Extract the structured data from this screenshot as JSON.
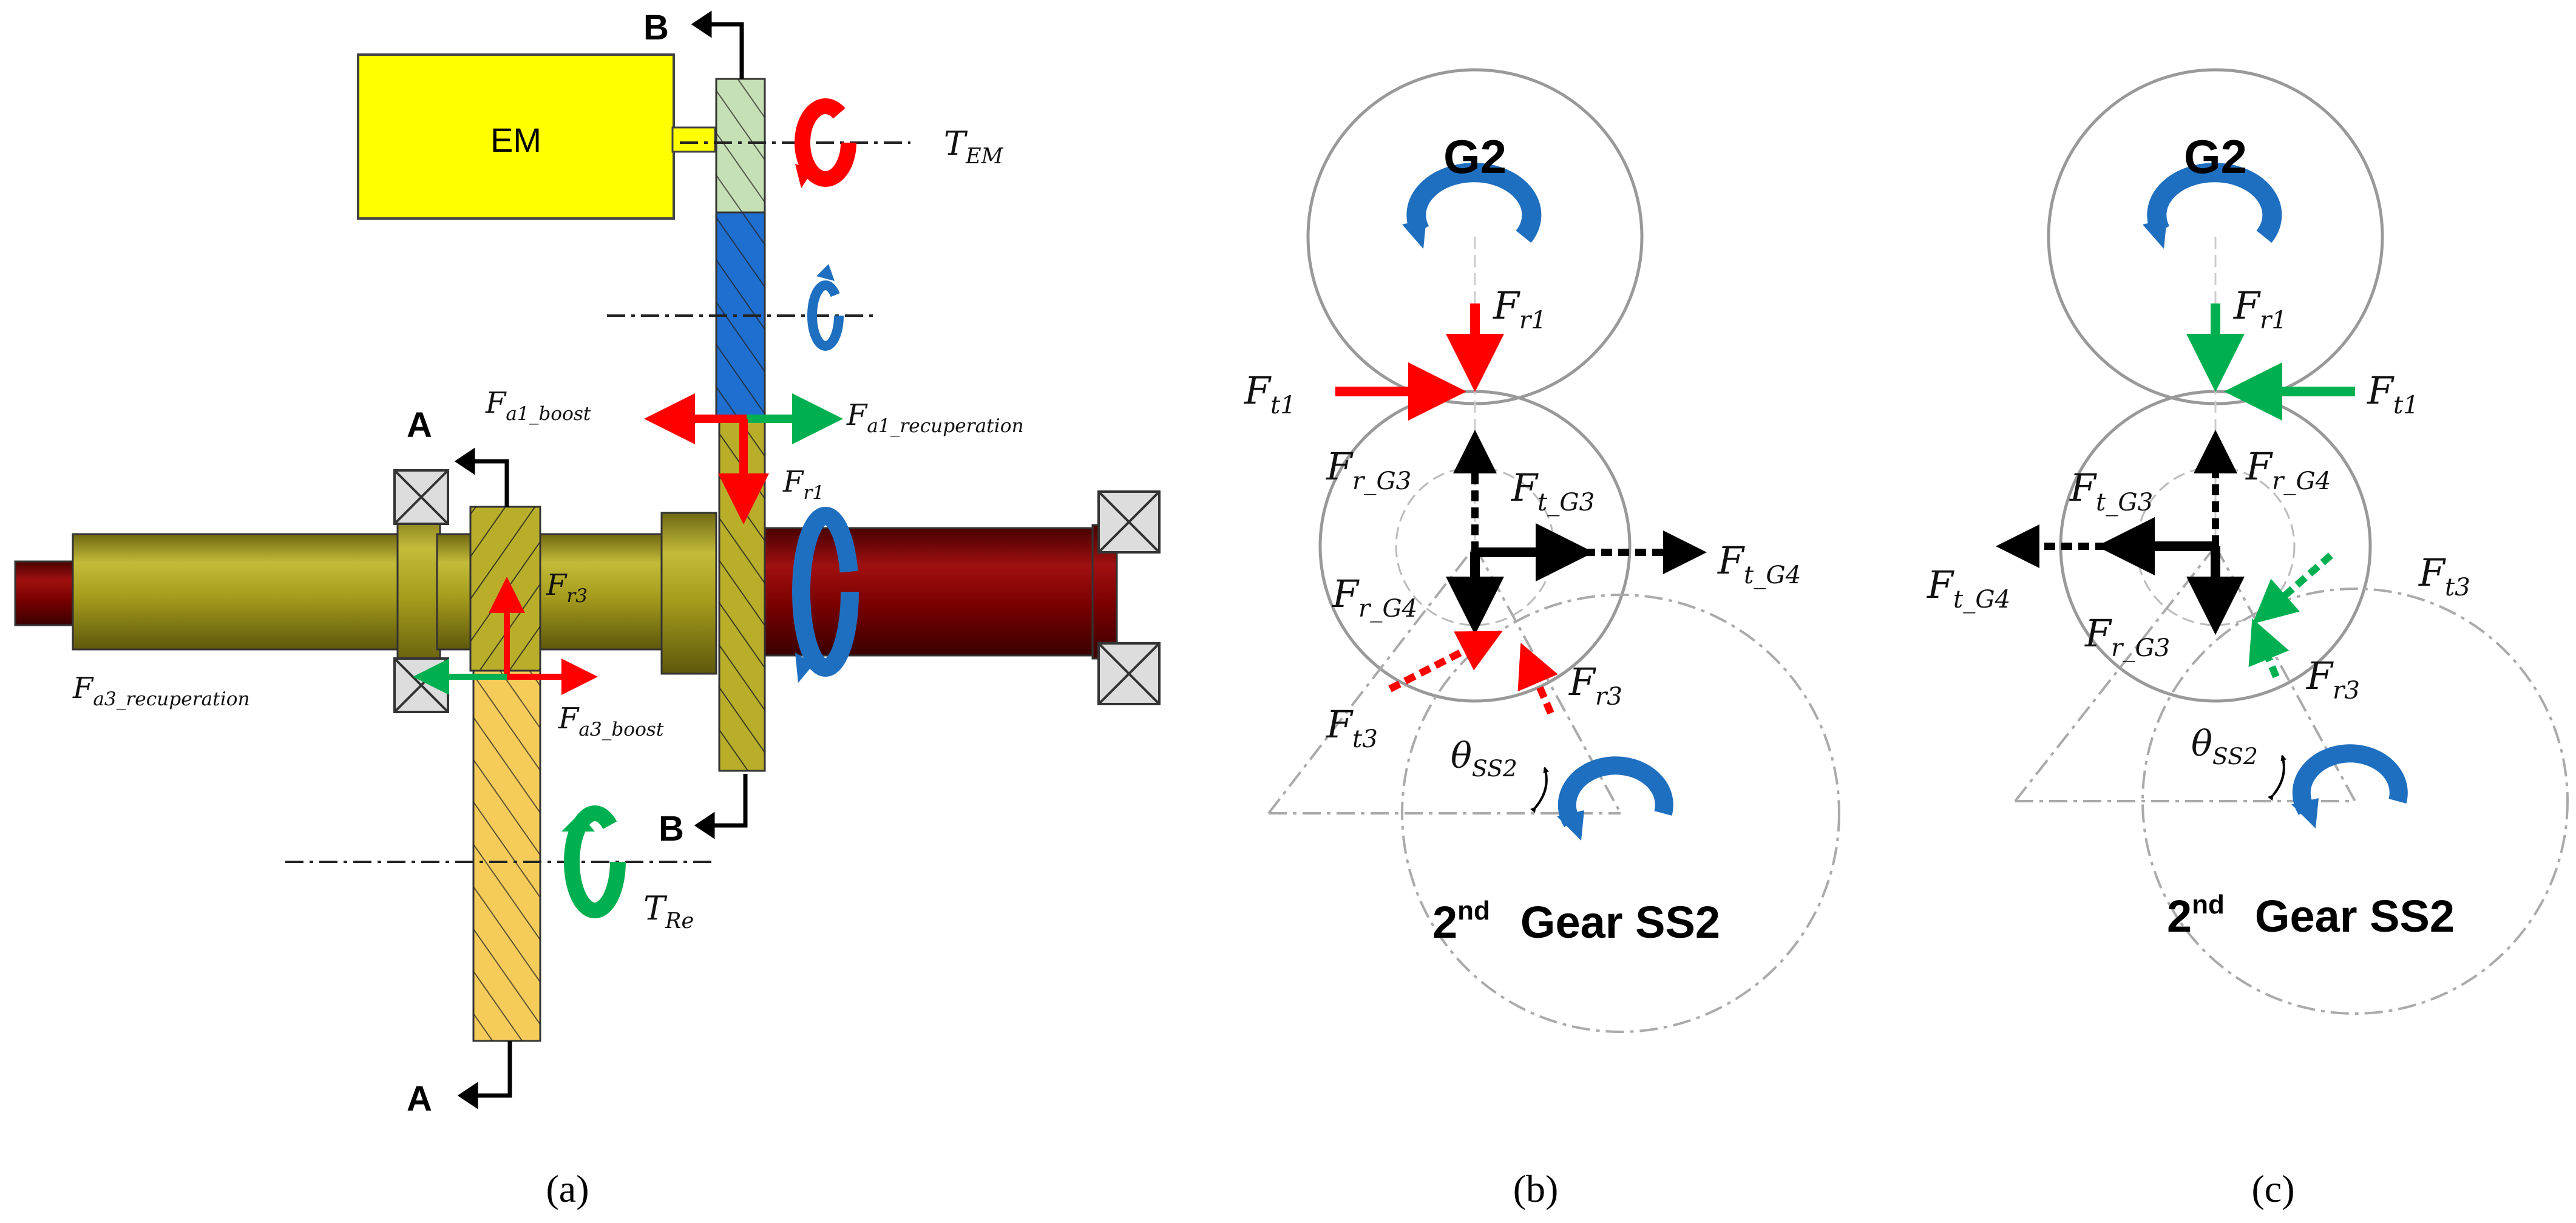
{
  "panel_a": {
    "em_label": "EM",
    "section_a": "A",
    "section_b": "B",
    "t_em": {
      "main": "T",
      "sub": "EM"
    },
    "t_re": {
      "main": "T",
      "sub": "Re"
    },
    "fa1_boost": {
      "main": "F",
      "sub": "a1_boost"
    },
    "fa1_recup": {
      "main": "F",
      "sub": "a1_recuperation"
    },
    "fr1": {
      "main": "F",
      "sub": "r1"
    },
    "fr3": {
      "main": "F",
      "sub": "r3"
    },
    "fa3_recup": {
      "main": "F",
      "sub": "a3_recuperation"
    },
    "fa3_boost": {
      "main": "F",
      "sub": "a3_boost"
    },
    "caption": "(a)"
  },
  "panel_b": {
    "gear_top": "G2",
    "gear_bottom": {
      "ordinal": "2",
      "ordinal_sup": "nd",
      "name": "Gear SS2"
    },
    "ft1": {
      "main": "F",
      "sub": "t1"
    },
    "fr1": {
      "main": "F",
      "sub": "r1"
    },
    "fr_g3": {
      "main": "F",
      "sub": "r_G3"
    },
    "ft_g3": {
      "main": "F",
      "sub": "t_G3"
    },
    "ft_g4": {
      "main": "F",
      "sub": "t_G4"
    },
    "fr_g4": {
      "main": "F",
      "sub": "r_G4"
    },
    "ft3": {
      "main": "F",
      "sub": "t3"
    },
    "fr3": {
      "main": "F",
      "sub": "r3"
    },
    "theta": {
      "main": "θ",
      "sub": "SS2"
    },
    "caption": "(b)"
  },
  "panel_c": {
    "gear_top": "G2",
    "gear_bottom": {
      "ordinal": "2",
      "ordinal_sup": "nd",
      "name": "Gear SS2"
    },
    "ft1": {
      "main": "F",
      "sub": "t1"
    },
    "fr1": {
      "main": "F",
      "sub": "r1"
    },
    "ft_g3": {
      "main": "F",
      "sub": "t_G3"
    },
    "fr_g4": {
      "main": "F",
      "sub": "r_G4"
    },
    "ft_g4": {
      "main": "F",
      "sub": "t_G4"
    },
    "fr_g3": {
      "main": "F",
      "sub": "r_G3"
    },
    "ft3": {
      "main": "F",
      "sub": "t3"
    },
    "fr3": {
      "main": "F",
      "sub": "r3"
    },
    "theta": {
      "main": "θ",
      "sub": "SS2"
    },
    "caption": "(c)"
  },
  "colors": {
    "boost": "#ff0000",
    "recuperation": "#00b050",
    "rotation_blue": "#1f6fc0",
    "em_yellow": "#ffff00",
    "shaft_dark_red": "#7a0000",
    "shaft_olive": "#a39a1a",
    "gear_blue": "#1f6fd0",
    "gear_light_green": "#c5e0b4",
    "gear_gold": "#f5cc5a"
  }
}
